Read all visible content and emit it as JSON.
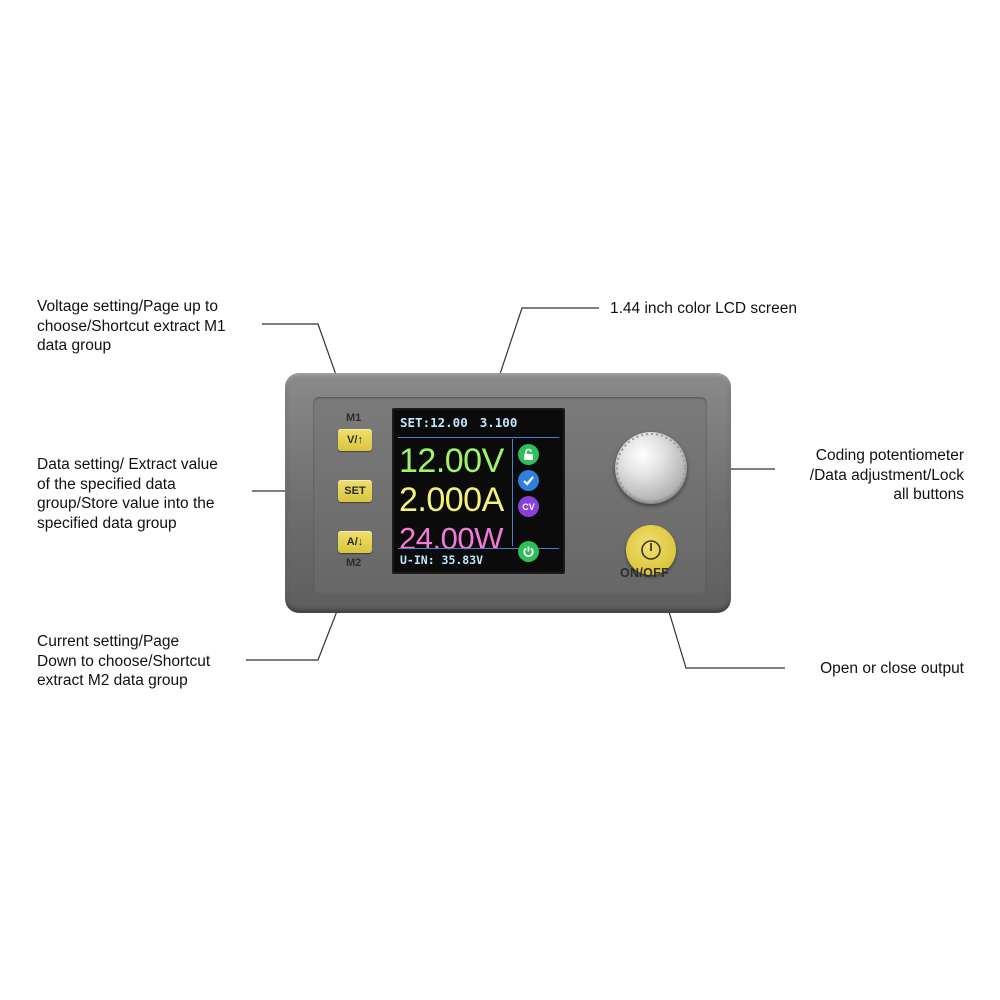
{
  "callouts": {
    "voltage": {
      "lines": [
        "Voltage setting/Page up to",
        "choose/Shortcut extract M1",
        "data group"
      ]
    },
    "data_setting": {
      "lines": [
        "Data setting/ Extract value",
        "of the specified data",
        "group/Store value into the",
        "specified data group"
      ]
    },
    "current": {
      "lines": [
        "Current setting/Page",
        "Down to choose/Shortcut",
        "extract M2 data group"
      ]
    },
    "lcd": {
      "lines": [
        "1.44 inch color LCD screen"
      ]
    },
    "potentiometer": {
      "lines": [
        "Coding potentiometer",
        "/Data adjustment/Lock",
        "all buttons"
      ]
    },
    "output": {
      "lines": [
        "Open or close output"
      ]
    }
  },
  "device": {
    "keys": {
      "m1_label": "M1",
      "v_up": "V/↑",
      "set": "SET",
      "a_down": "A/↓",
      "m2_label": "M2"
    },
    "power_label": "ON/OFF",
    "lcd": {
      "set_voltage_text": "SET:12.00",
      "set_current_text": "3.100",
      "voltage": "12.00V",
      "current": "2.000A",
      "power": "24.00W",
      "input_voltage_text": "U-IN: 35.83V",
      "status_icons": [
        "unlock-icon",
        "check-icon",
        "cv-icon",
        "power-on-icon"
      ],
      "status_cv_text": "CV"
    }
  },
  "colors": {
    "key_yellow": "#e6d452",
    "lcd_voltage": "#9df36c",
    "lcd_current": "#f5f17a",
    "lcd_power": "#f27ad8",
    "lcd_text": "#bfe8ff",
    "case_gray": "#707070"
  }
}
